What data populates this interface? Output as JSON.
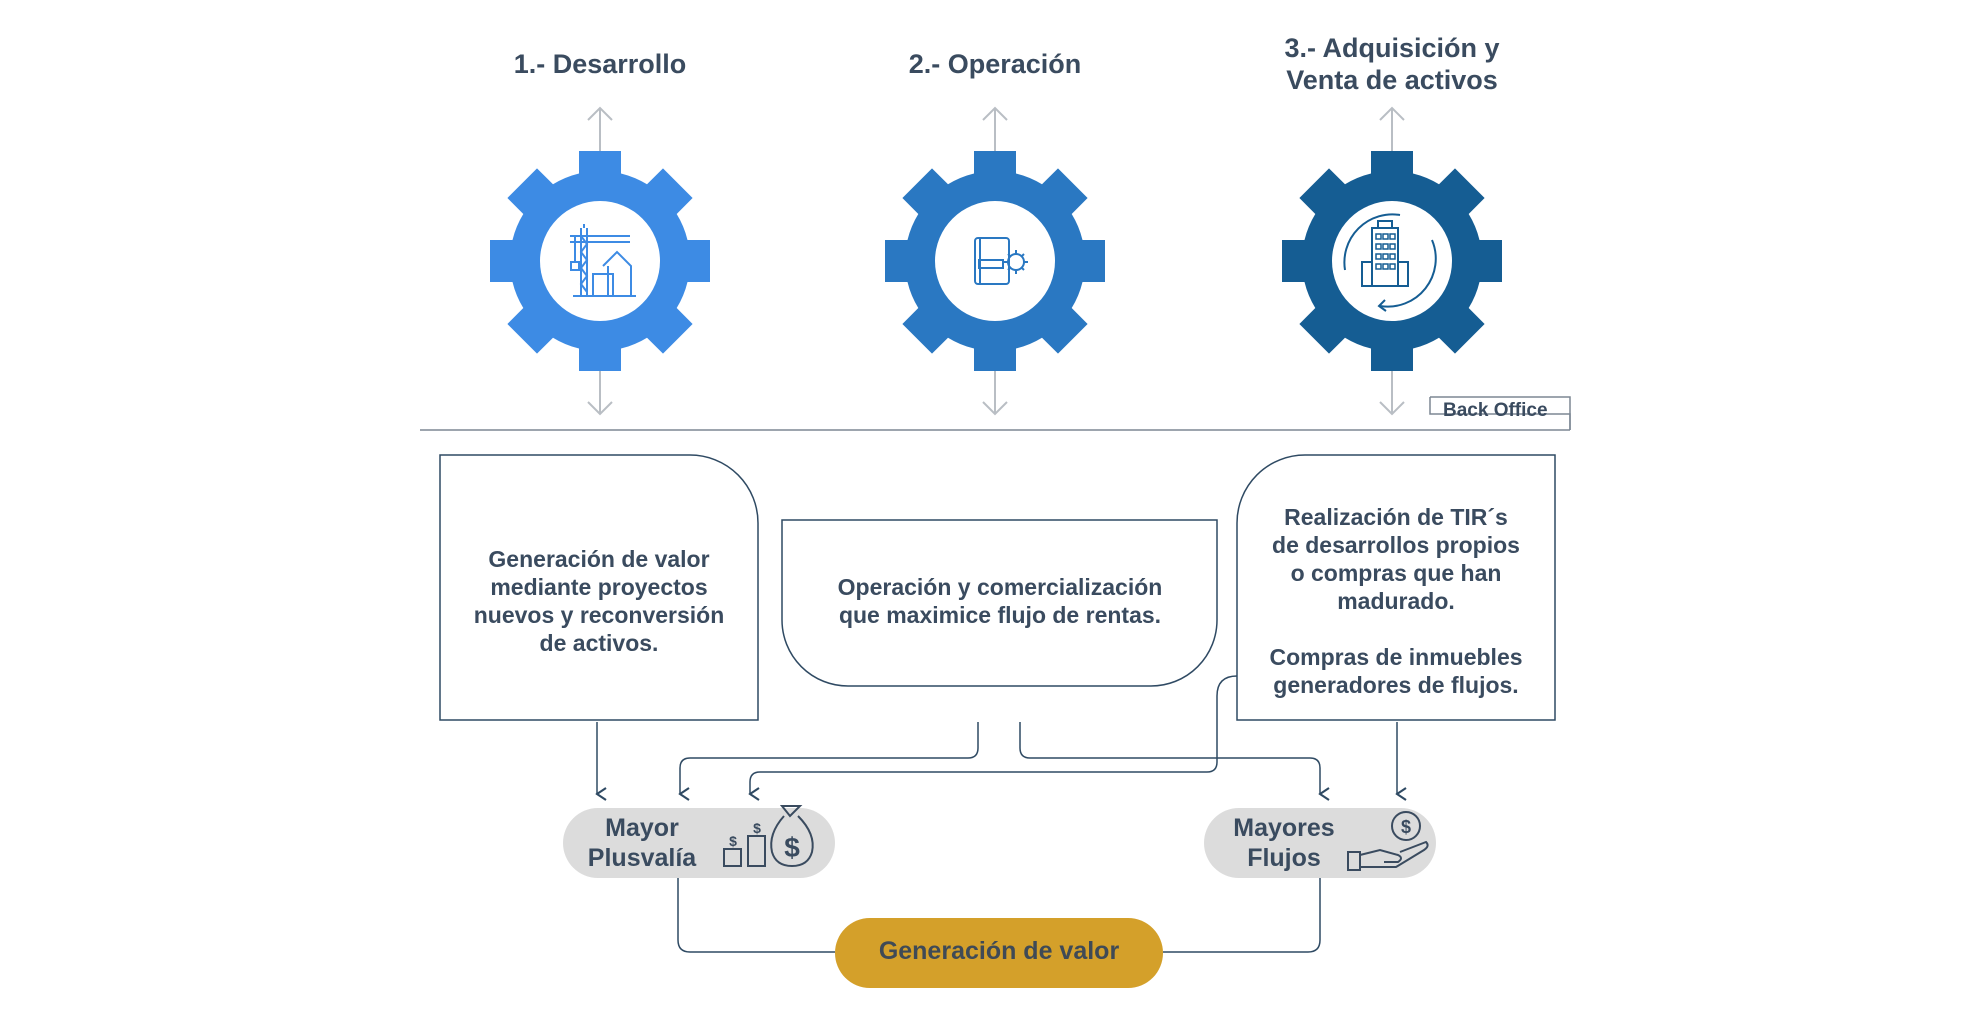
{
  "stages": [
    {
      "title": "1.- Desarrollo",
      "color": "#3d8be4",
      "icon": "crane-construction-icon"
    },
    {
      "title": "2.- Operación",
      "color": "#2a78c2",
      "icon": "book-gear-icon"
    },
    {
      "title": "3.- Adquisición y\nVenta de activos",
      "color": "#155d93",
      "icon": "building-cycle-icon"
    }
  ],
  "back_office_label": "Back Office",
  "boxes": {
    "desarrollo": "Generación de valor\nmediante proyectos\nnuevos y reconversión\nde activos.",
    "operacion": "Operación y comercialización\nque maximice flujo de rentas.",
    "adquisicion": "Realización de TIR´s\nde desarrollos propios\no compras que han\nmadurado.\n\nCompras de inmuebles\ngeneradores de flujos."
  },
  "outcomes": {
    "plusvalia": {
      "label": "Mayor\nPlusvalía",
      "icon": "money-bag-growth-icon"
    },
    "flujos": {
      "label": "Mayores\nFlujos",
      "icon": "hand-coin-icon"
    }
  },
  "result_label": "Generación de valor",
  "colors": {
    "text": "#3a4b5f",
    "line": "#2f4a63",
    "arrow_gray": "#b9bec4",
    "pill_gray": "#dcdcdc",
    "gold": "#d4a02a"
  }
}
